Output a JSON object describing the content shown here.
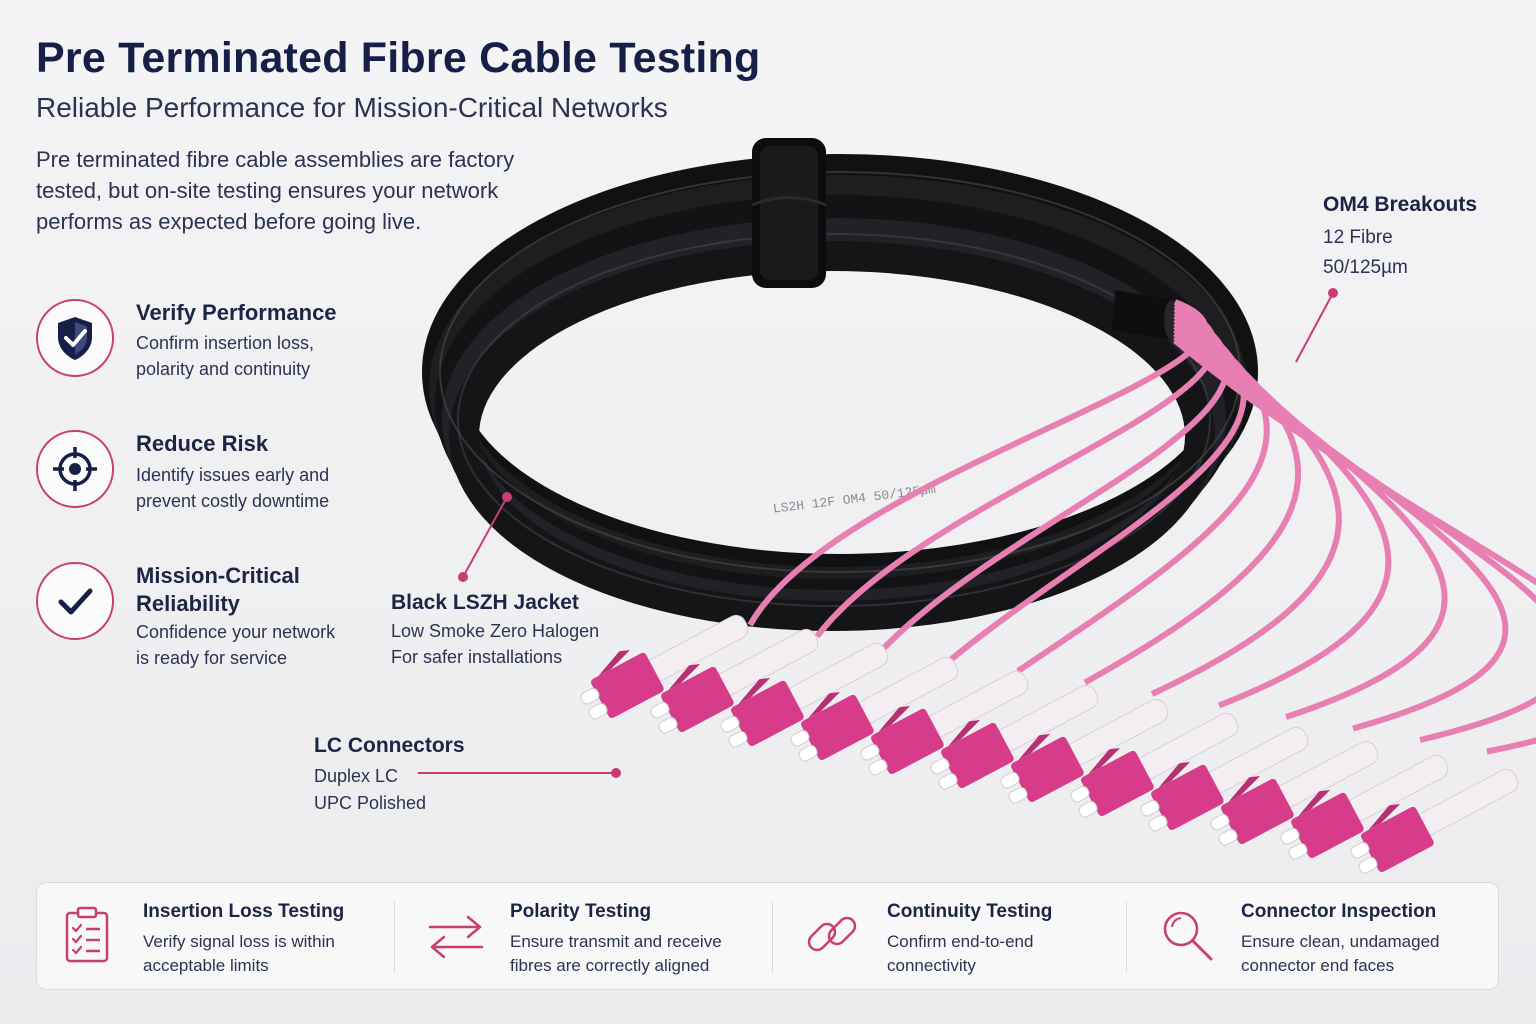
{
  "header": {
    "title": "Pre Terminated Fibre Cable Testing",
    "subtitle": "Reliable Performance for Mission-Critical Networks",
    "intro": "Pre terminated fibre cable assemblies are factory tested, but on-site testing ensures your network performs as expected before going live."
  },
  "features": [
    {
      "icon": "shield-check-icon",
      "title": "Verify Performance",
      "desc_lines": [
        "Confirm insertion loss,",
        "polarity and continuity"
      ]
    },
    {
      "icon": "crosshair-icon",
      "title": "Reduce Risk",
      "desc_lines": [
        "Identify issues early and",
        "prevent costly downtime"
      ]
    },
    {
      "icon": "checkmark-icon",
      "title_lines": [
        "Mission-Critical",
        "Reliability"
      ],
      "desc_lines": [
        "Confidence your network",
        "is ready for service"
      ]
    }
  ],
  "callouts": {
    "breakouts": {
      "title": "OM4 Breakouts",
      "lines": [
        "12 Fibre",
        "50/125µm"
      ]
    },
    "jacket": {
      "title": "Black LSZH Jacket",
      "lines": [
        "Low Smoke Zero Halogen",
        "For safer installations"
      ]
    },
    "connectors": {
      "title": "LC Connectors",
      "lines": [
        "Duplex LC",
        "UPC Polished"
      ]
    }
  },
  "cable_print": "LS2H  12F  OM4  50/125µm",
  "tests": [
    {
      "icon": "clipboard-checklist-icon",
      "title": "Insertion Loss Testing",
      "desc": "Verify signal loss is within acceptable limits"
    },
    {
      "icon": "swap-arrows-icon",
      "title": "Polarity Testing",
      "desc": "Ensure transmit and receive fibres are correctly aligned"
    },
    {
      "icon": "chain-link-icon",
      "title": "Continuity Testing",
      "desc": "Confirm end-to-end connectivity"
    },
    {
      "icon": "magnifier-icon",
      "title": "Connector Inspection",
      "desc": "Ensure clean, undamaged connector end faces"
    }
  ],
  "colors": {
    "accent": "#c83e73",
    "navy": "#162047",
    "fibre_pink": "#e77fb2",
    "connector_magenta": "#d63c8a",
    "cable_black": "#1b1b1d"
  }
}
